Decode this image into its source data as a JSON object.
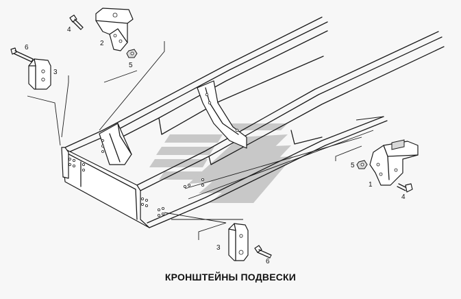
{
  "caption": "КРОНШТЕЙНЫ ПОДВЕСКИ",
  "callouts": {
    "p1": "1",
    "p2": "2",
    "p3a": "3",
    "p3b": "3",
    "p4a": "4",
    "p4b": "4",
    "p5a": "5",
    "p5b": "5",
    "p6a": "6",
    "p6b": "6"
  },
  "colors": {
    "line": "#1a1a1a",
    "logo": "#c8c8c8",
    "background": "#f7f7f7"
  }
}
